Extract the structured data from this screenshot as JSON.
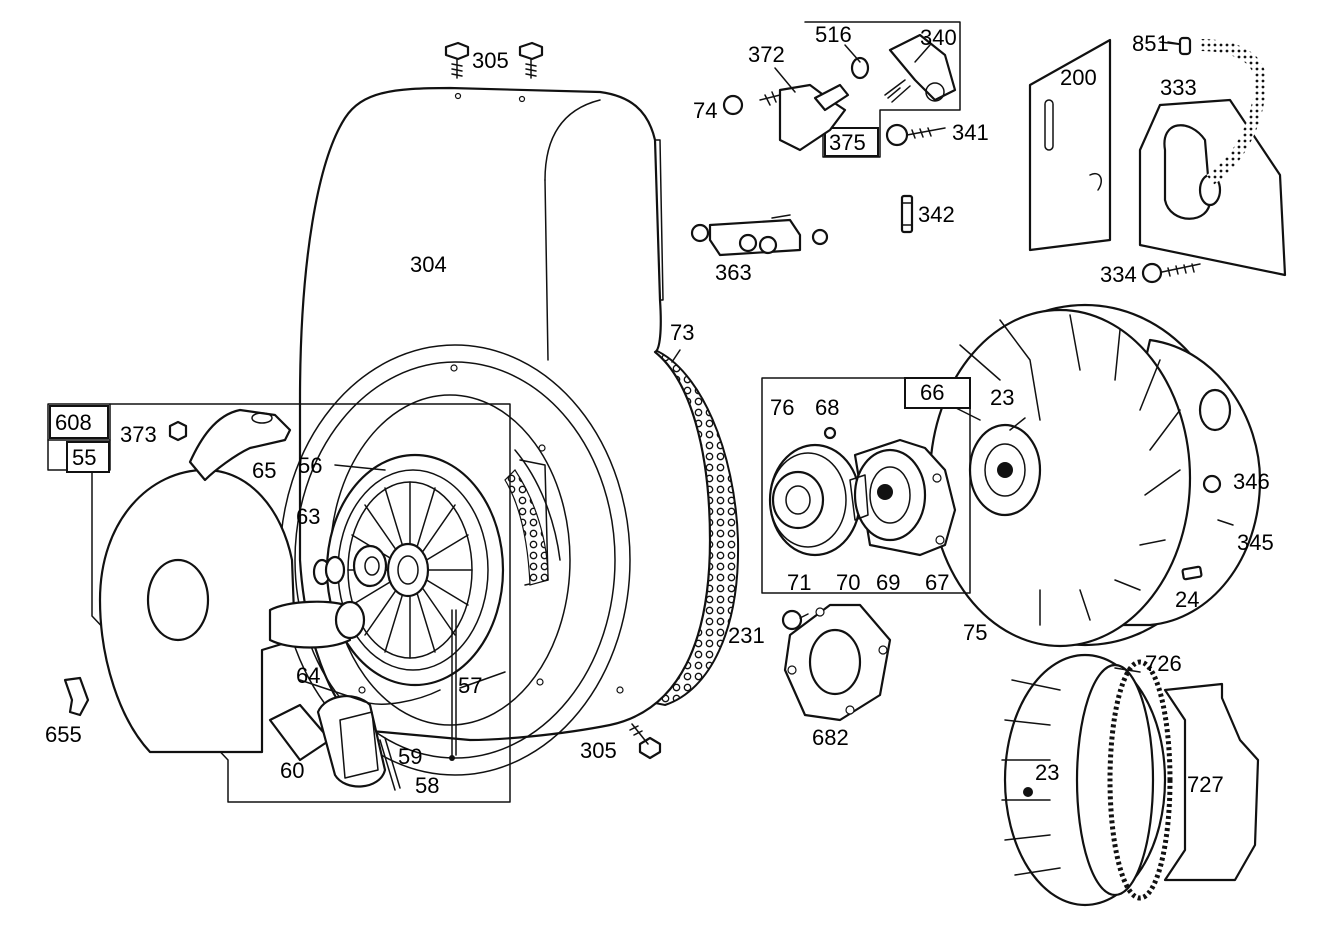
{
  "labels": {
    "l305a": "305",
    "l305b": "305",
    "l372": "372",
    "l516": "516",
    "l340": "340",
    "l74": "74",
    "l375": "375",
    "l341": "341",
    "l851": "851",
    "l200": "200",
    "l333": "333",
    "l334": "334",
    "l342": "342",
    "l363": "363",
    "l304": "304",
    "l73": "73",
    "l66": "66",
    "l23a": "23",
    "l23b": "23",
    "l346": "346",
    "l345": "345",
    "l24": "24",
    "l76": "76",
    "l68": "68",
    "l71": "71",
    "l70": "70",
    "l69": "69",
    "l67": "67",
    "l75": "75",
    "l608": "608",
    "l55": "55",
    "l373": "373",
    "l65": "65",
    "l56": "56",
    "l63": "63",
    "l64": "64",
    "l57": "57",
    "l60": "60",
    "l59": "59",
    "l58": "58",
    "l655": "655",
    "l231": "231",
    "l682": "682",
    "l726": "726",
    "l727": "727"
  }
}
